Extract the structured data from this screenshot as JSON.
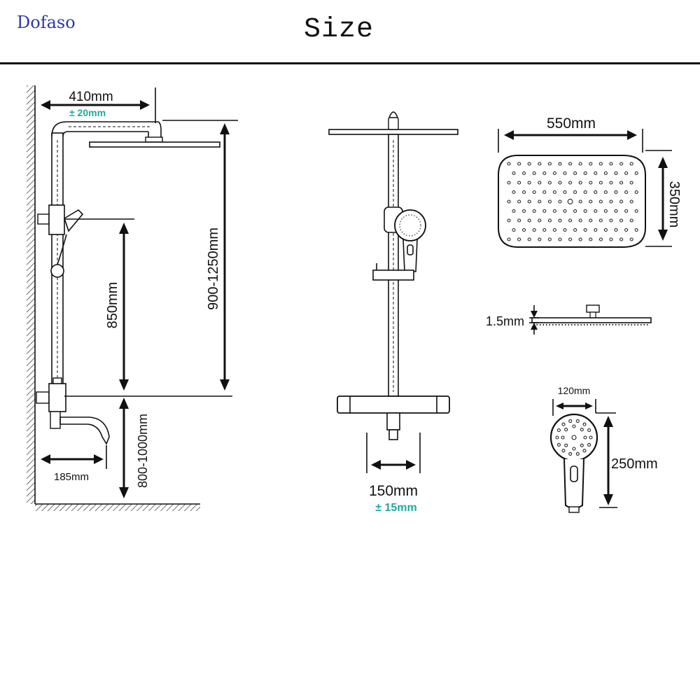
{
  "brand": "Dofaso",
  "title": "Size",
  "dimensions": {
    "arm_length": "410mm",
    "arm_tolerance": "± 20mm",
    "column_height": "900-1250mm",
    "holder_height": "850mm",
    "mixer_height": "800-1000mm",
    "spout_length": "185mm",
    "valve_center": "150mm",
    "valve_tolerance": "± 15mm",
    "head_width": "550mm",
    "head_depth": "350mm",
    "head_thickness": "1.5mm",
    "hand_width": "120mm",
    "hand_length": "250mm"
  }
}
